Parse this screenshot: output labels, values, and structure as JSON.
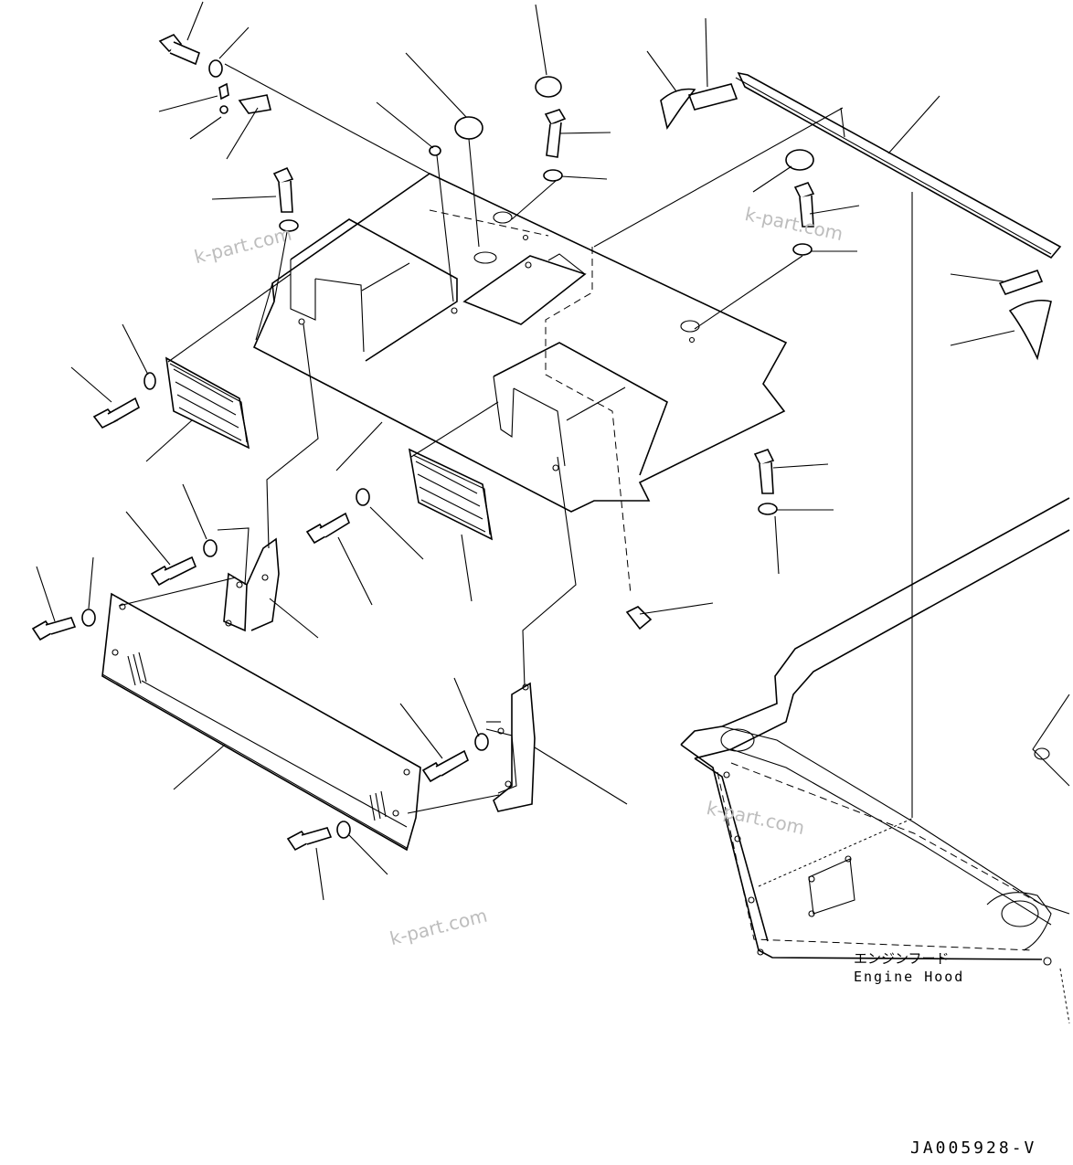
{
  "diagram": {
    "watermark": "k-part.com",
    "engine_hood_label_jp": "エンジンフード",
    "engine_hood_label_en": "Engine Hood",
    "figure_code": "JA005928-V"
  }
}
